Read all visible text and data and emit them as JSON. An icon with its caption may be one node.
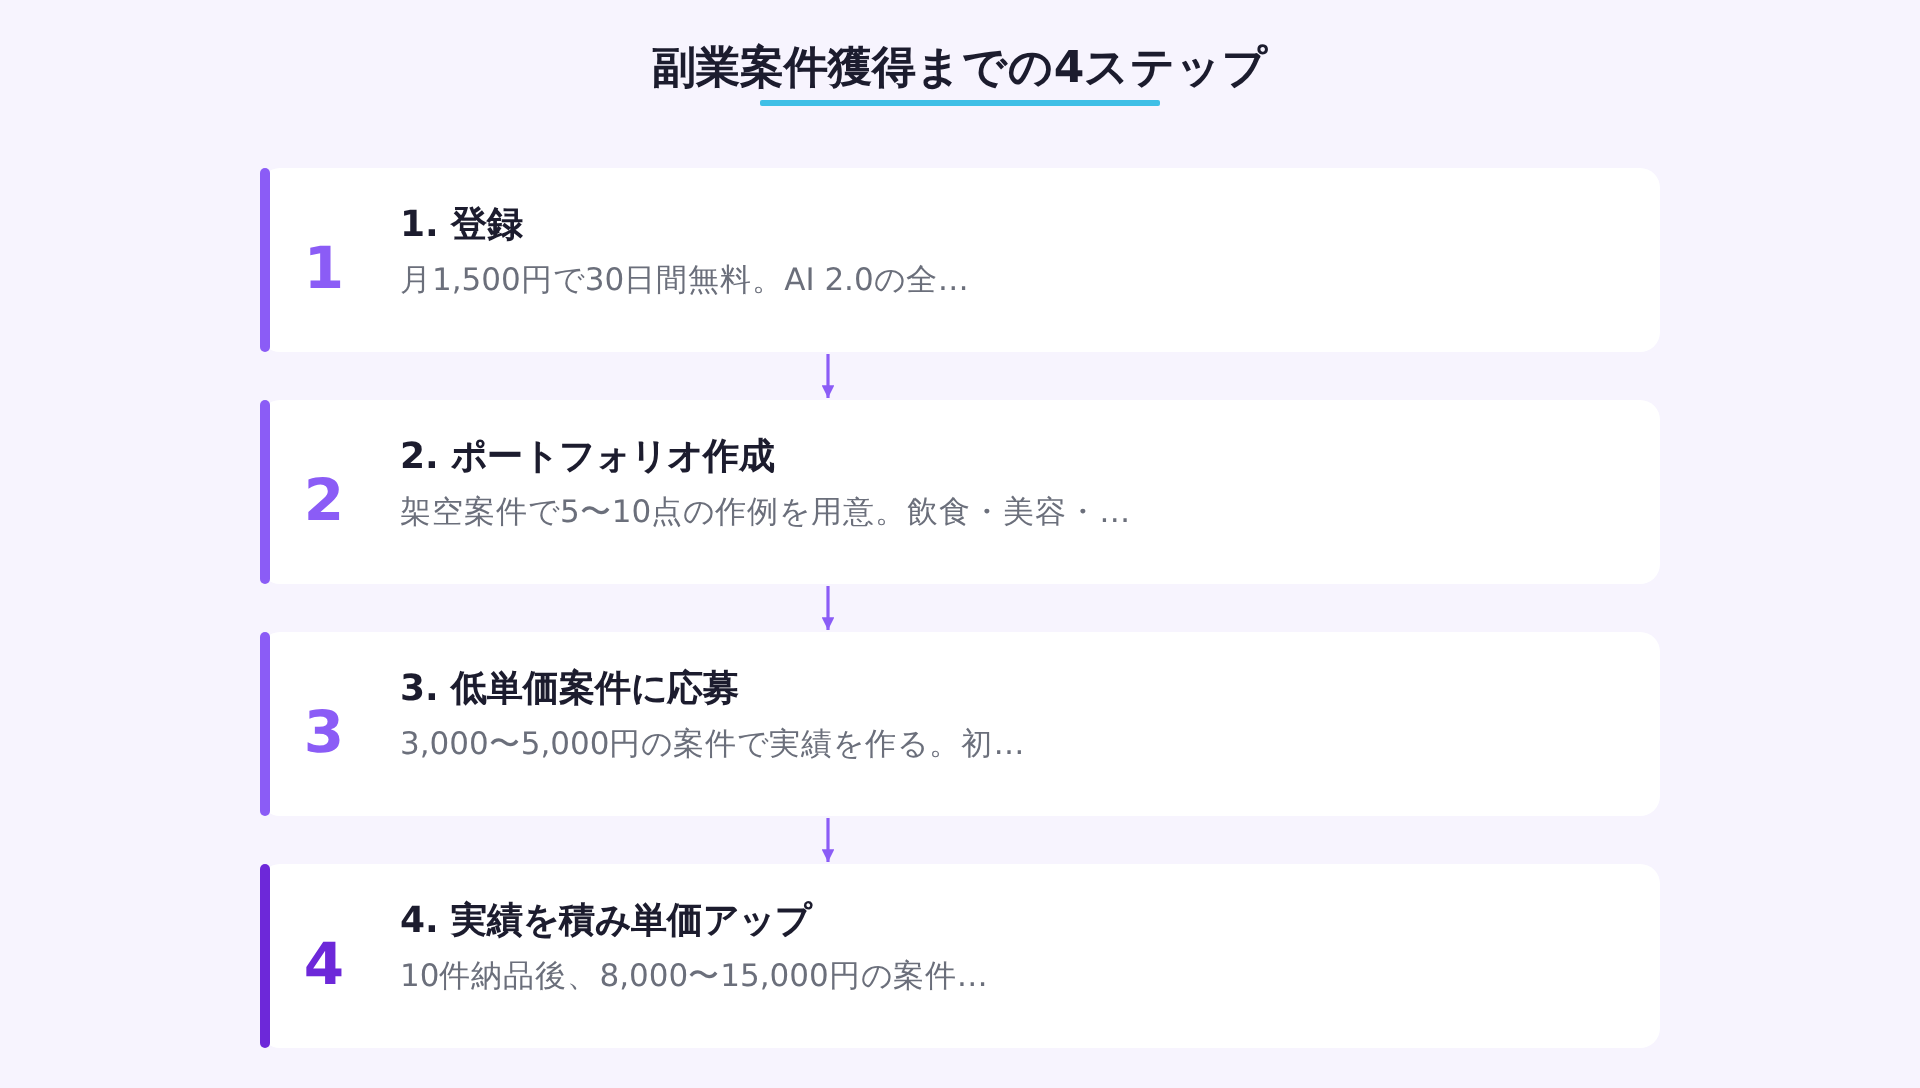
{
  "diagram": {
    "title": "副業案件獲得までの4ステップ",
    "nodes": [
      {
        "text": [
          "1",
          "1. 登録",
          "月1,500円で30日間無料。AI 2.0の全…"
        ]
      },
      {
        "text": [
          "2",
          "2. ポートフォリオ作成",
          "架空案件で5〜10点の作例を用意。飲食・美容・…"
        ]
      },
      {
        "text": [
          "3",
          "3. 低単価案件に応募",
          "3,000〜5,000円の案件で実績を作る。初…"
        ]
      },
      {
        "text": [
          "4",
          "4. 実績を積み単価アップ",
          "10件納品後、8,000〜15,000円の案件…"
        ]
      }
    ],
    "edges": [
      {
        "from": 0,
        "to": 1,
        "arrow": "to"
      },
      {
        "from": 1,
        "to": 2,
        "arrow": "to"
      },
      {
        "from": 2,
        "to": 3,
        "arrow": "to"
      }
    ]
  }
}
